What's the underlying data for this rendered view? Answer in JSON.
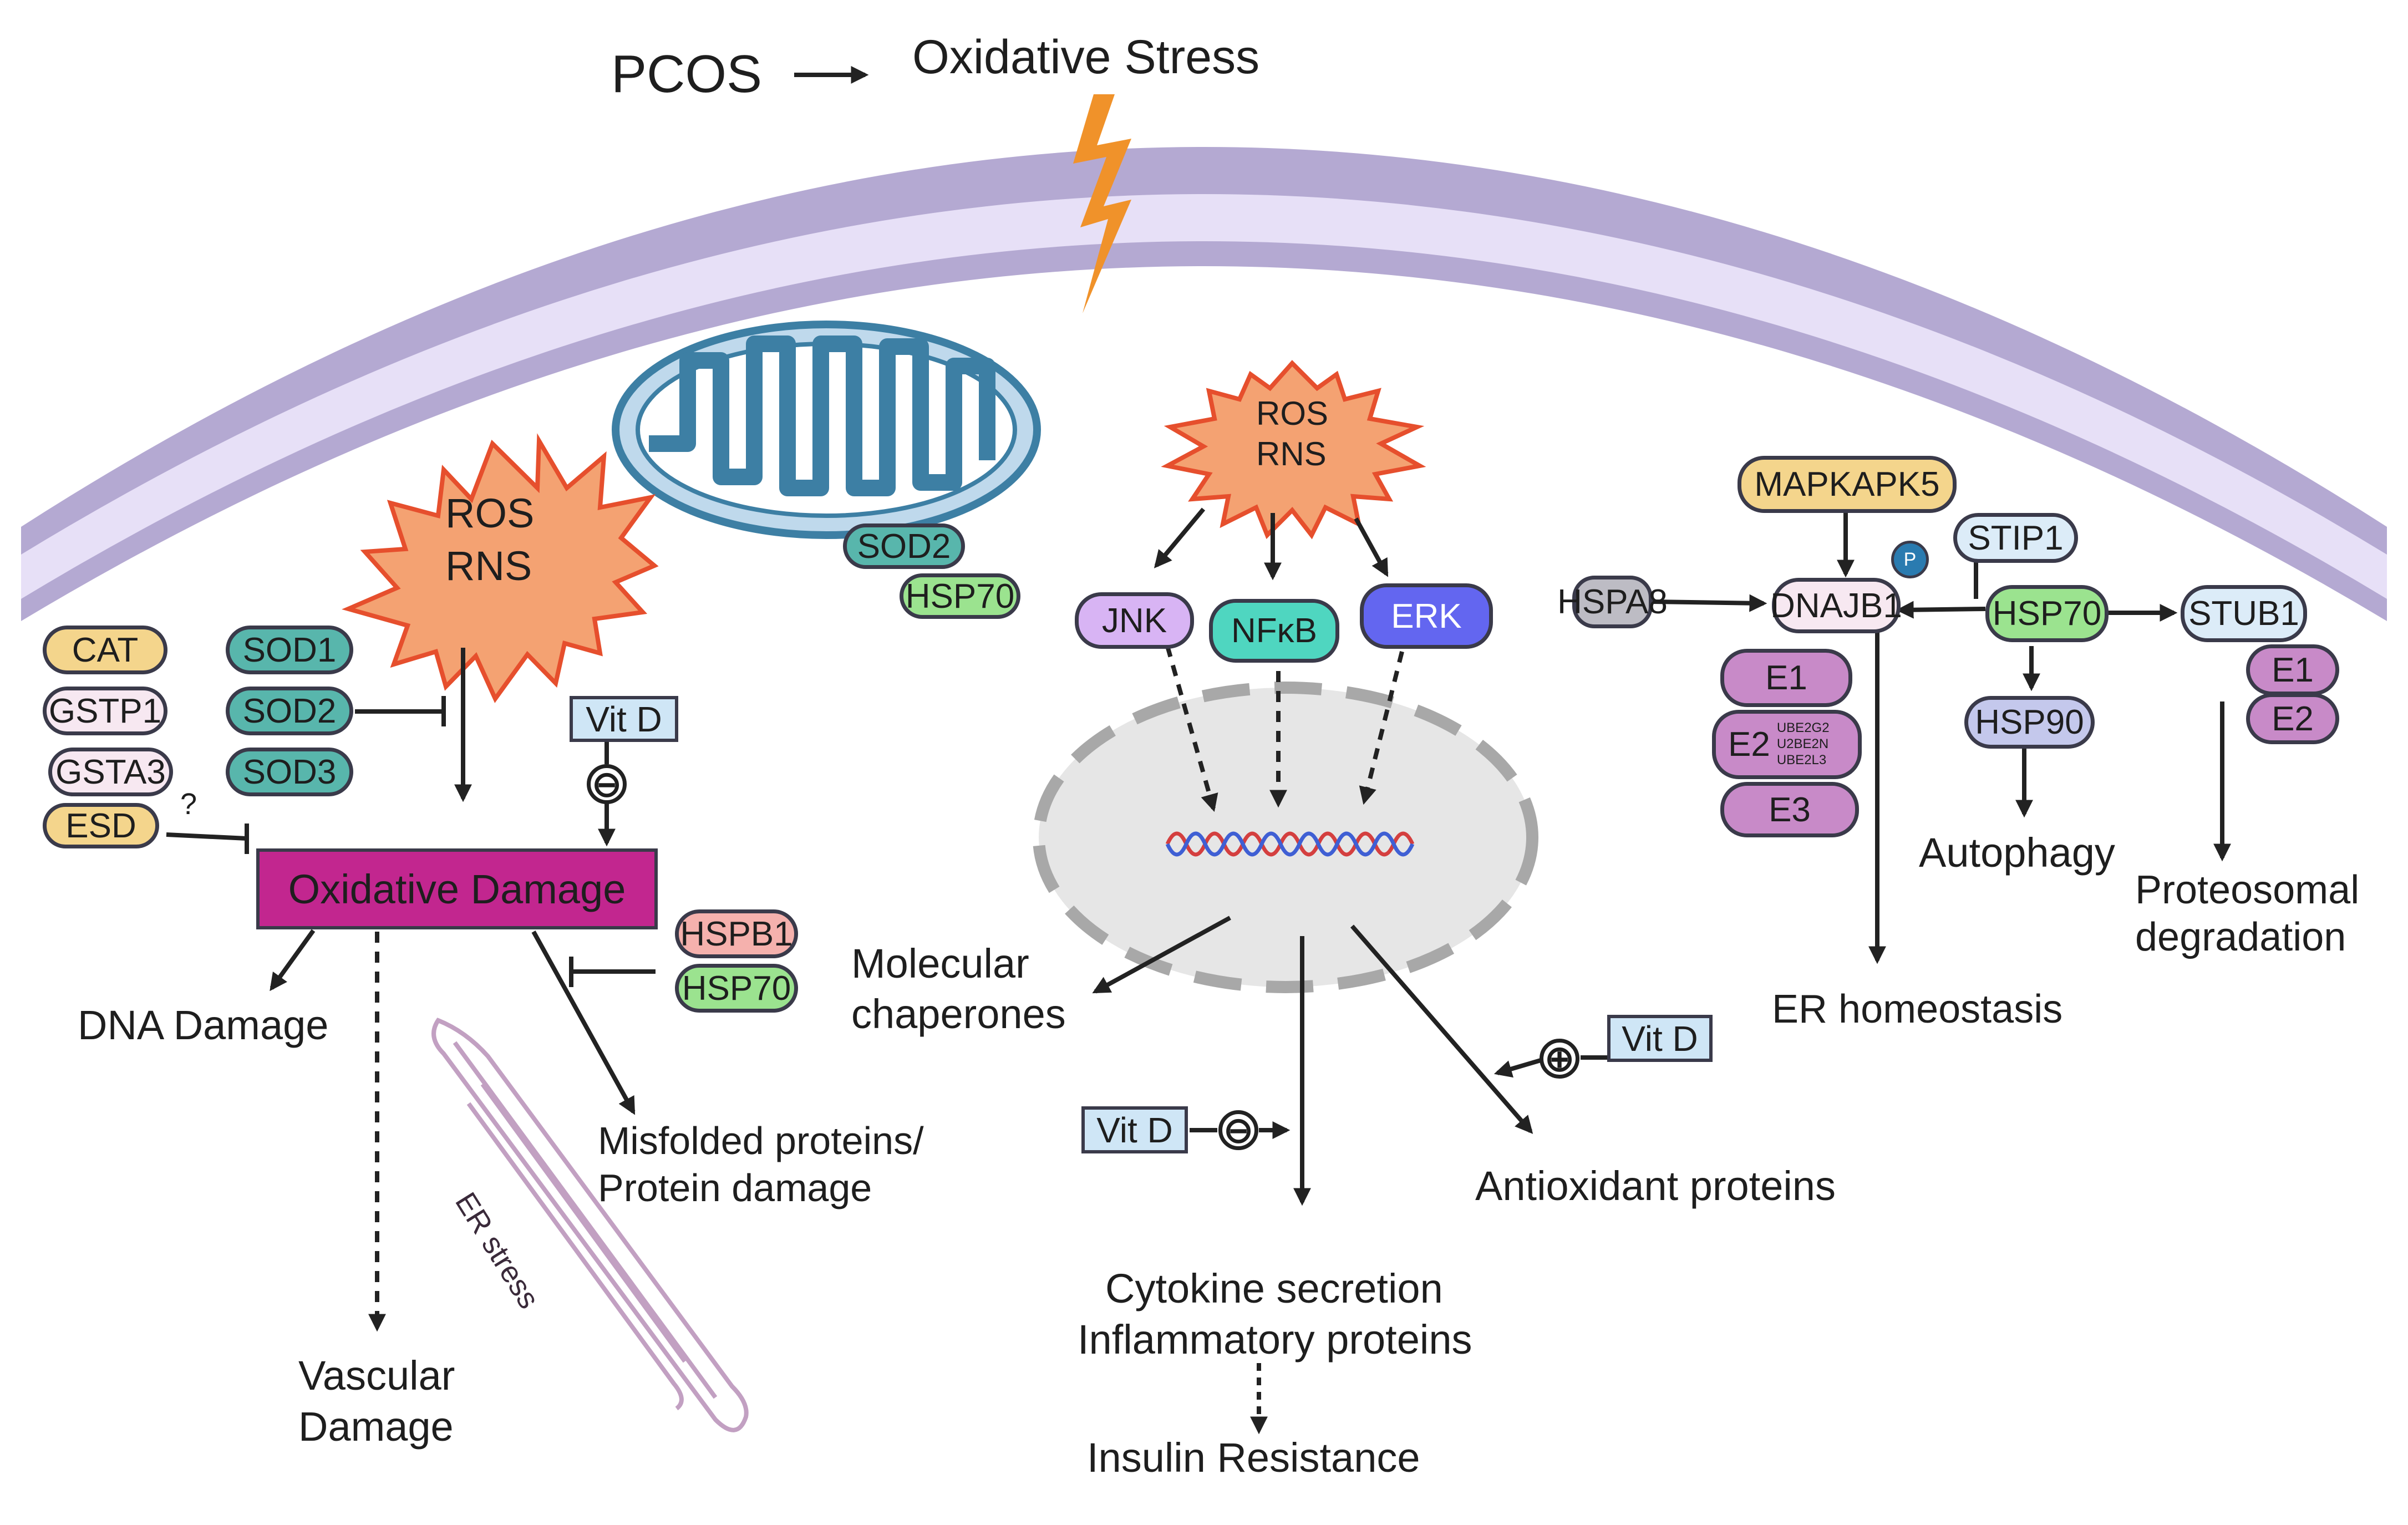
{
  "header": {
    "pcos": "PCOS",
    "oxidative_stress": "Oxidative Stress"
  },
  "ros_left": {
    "line1": "ROS",
    "line2": "RNS"
  },
  "ros_center": {
    "line1": "ROS",
    "line2": "RNS"
  },
  "mitochondria": {
    "sod2": "SOD2",
    "hsp70": "HSP70"
  },
  "left_antioxidants": {
    "cat": "CAT",
    "gstp1": "GSTP1",
    "gsta3": "GSTA3",
    "esd": "ESD",
    "question": "?"
  },
  "sods": {
    "sod1": "SOD1",
    "sod2": "SOD2",
    "sod3": "SOD3"
  },
  "vitd_left": {
    "label": "Vit D",
    "sign": "⊖"
  },
  "oxidative_damage": {
    "label": "Oxidative Damage"
  },
  "heat_shock_left": {
    "hspb1": "HSPB1",
    "hsp70": "HSP70"
  },
  "outcomes_left": {
    "dna_damage": "DNA Damage",
    "vascular_line1": "Vascular",
    "vascular_line2": "Damage",
    "misfolded_line1": "Misfolded proteins/",
    "misfolded_line2": "Protein damage",
    "er_stress": "ER stress"
  },
  "kinases": {
    "jnk": "JNK",
    "nfkb": "NFκB",
    "erk": "ERK"
  },
  "nucleus_outcomes": {
    "chaperones_line1": "Molecular",
    "chaperones_line2": "chaperones",
    "antioxidant": "Antioxidant proteins",
    "cytokine_line1": "Cytokine secretion",
    "cytokine_line2": "Inflammatory proteins",
    "insulin": "Insulin Resistance"
  },
  "vitd_center_left": {
    "label": "Vit D",
    "sign": "⊖"
  },
  "vitd_center_right": {
    "label": "Vit D",
    "sign": "⊕"
  },
  "right_pathway": {
    "mapkapk5": "MAPKAPK5",
    "p": "P",
    "stip1": "STIP1",
    "hspa8": "HSPA8",
    "dnajb1": "DNAJB1",
    "hsp70": "HSP70",
    "stub1": "STUB1",
    "hsp90": "HSP90",
    "e1": "E1",
    "e2": "E2",
    "e2_sub1": "UBE2G2",
    "e2_sub2": "U2BE2N",
    "e2_sub3": "UBE2L3",
    "e3": "E3",
    "e1_right": "E1",
    "e2_right": "E2",
    "autophagy": "Autophagy",
    "proteosomal_line1": "Proteosomal",
    "proteosomal_line2": "degradation",
    "er_homeostasis": "ER homeostasis"
  },
  "colors": {
    "membrane_outer": "#b4a9d2",
    "membrane_band": "#e7e0f7",
    "lightning": "#f0922a",
    "ros_fill": "#f4a272",
    "ros_stroke": "#e64f2d",
    "damage_box": "#c2268f",
    "mito_fill": "#bfd9ec",
    "mito_stroke": "#3d7fa4",
    "nucleus_fill": "#e6e6e6",
    "nucleus_stroke": "#a8a8a8",
    "er_stroke": "#c2a0c2"
  }
}
